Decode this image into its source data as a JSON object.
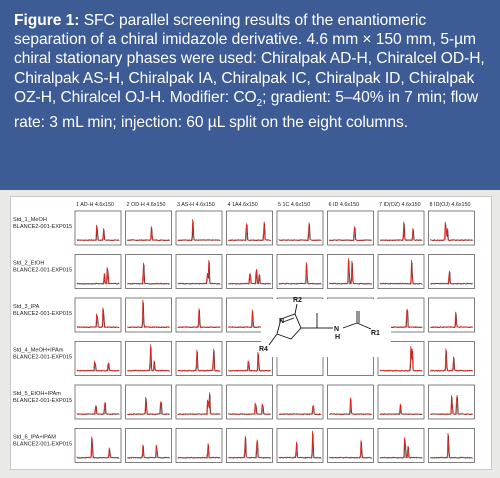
{
  "caption": {
    "label": "Figure 1:",
    "text": "SFC parallel screening results of the enantiomeric separation of a chiral imidazole derivative. 4.6 mm × 150 mm, 5-µm chiral stationary phases were used: Chiralpak AD-H, Chiralcel OD-H, Chiralpak AS-H, Chiralpak IA, Chiralpak IC, Chiralpak ID, Chiralpak OZ-H, Chiralcel OJ-H. Modifier: CO",
    "sub2": "2",
    "text2": "; gradient: 5–40% in 7 min; flow rate: 3 mL min; injection: 60 µL split on the eight columns."
  },
  "columns": [
    "1 AD-H 4.6x150",
    "2 OD-H 4.6x150",
    "3 AS-H 4.6x150",
    "4 1A4.6x150",
    "5 1C 4.6x150",
    "6 ID 4.6x150",
    "7 ID(OZ) 4.6x150",
    "8 ID(OJ) 4.6x150"
  ],
  "rows": [
    {
      "name": "Std_1_MeOH",
      "batch": "BLANCE2-001-EXP015"
    },
    {
      "name": "Std_2_EtOH",
      "batch": "BLANCE2-001-EXP015"
    },
    {
      "name": "Std_3_IPA",
      "batch": "BLANCE2-001-EXP015"
    },
    {
      "name": "Std_4_MeOH+IPAm",
      "batch": "BLANCE2-001-EXP015"
    },
    {
      "name": "Std_5_EtOH+IPAm",
      "batch": "BLANCE2-001-EXP015"
    },
    {
      "name": "Std_6_IPA+IPAM",
      "batch": "BLANCE2-001-EXP015"
    }
  ],
  "molecule": {
    "r1": "R1",
    "r2": "R2",
    "r4": "R4",
    "n": "N",
    "nh_n": "N",
    "nh_h": "H"
  },
  "colors": {
    "caption_bg": "#3d5b95",
    "trace_primary": "#d9241c",
    "trace_secondary": "#333333"
  }
}
